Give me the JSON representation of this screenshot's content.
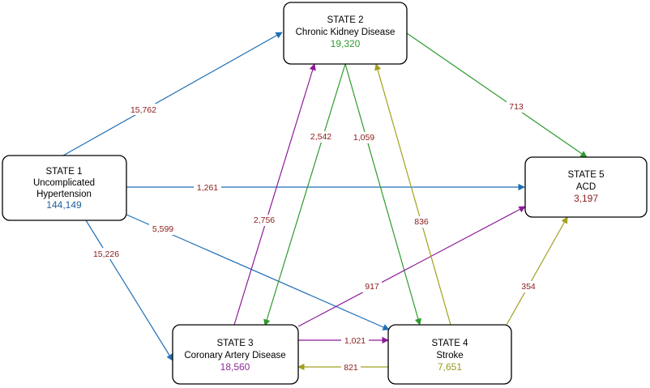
{
  "colors": {
    "blue": "#1f6fb5",
    "green": "#2e9a2e",
    "purple": "#8e1a9a",
    "olive": "#a0a020",
    "label": "#8b1a1a",
    "count_state1": "#1f5f9e",
    "count_state2": "#2f9a2f",
    "count_state3": "#8e2a9a",
    "count_state4": "#9a9a20",
    "count_state5": "#8b1a1a"
  },
  "nodes": {
    "s1": {
      "title": "STATE 1",
      "line1": "Uncomplicated",
      "line2": "Hypertension",
      "count": "144,149"
    },
    "s2": {
      "title": "STATE 2",
      "line1": "Chronic Kidney Disease",
      "count": "19,320"
    },
    "s3": {
      "title": "STATE 3",
      "line1": "Coronary Artery Disease",
      "count": "18,560"
    },
    "s4": {
      "title": "STATE 4",
      "line1": "Stroke",
      "count": "7,651"
    },
    "s5": {
      "title": "STATE 5",
      "line1": "ACD",
      "count": "3,197"
    }
  },
  "edges": [
    {
      "id": "s1-s2",
      "from": "STATE 1",
      "to": "STATE 2",
      "label": "15,762",
      "color": "blue"
    },
    {
      "id": "s1-s5",
      "from": "STATE 1",
      "to": "STATE 5",
      "label": "1,261",
      "color": "blue"
    },
    {
      "id": "s1-s4",
      "from": "STATE 1",
      "to": "STATE 4",
      "label": "5,599",
      "color": "blue"
    },
    {
      "id": "s1-s3",
      "from": "STATE 1",
      "to": "STATE 3",
      "label": "15,226",
      "color": "blue"
    },
    {
      "id": "s2-s5",
      "from": "STATE 2",
      "to": "STATE 5",
      "label": "713",
      "color": "green"
    },
    {
      "id": "s2-s3",
      "from": "STATE 2",
      "to": "STATE 3",
      "label": "2,542",
      "color": "green"
    },
    {
      "id": "s2-s4",
      "from": "STATE 2",
      "to": "STATE 4",
      "label": "1,059",
      "color": "green"
    },
    {
      "id": "s3-s2",
      "from": "STATE 3",
      "to": "STATE 2",
      "label": "2,756",
      "color": "purple"
    },
    {
      "id": "s3-s5",
      "from": "STATE 3",
      "to": "STATE 5",
      "label": "917",
      "color": "purple"
    },
    {
      "id": "s3-s4",
      "from": "STATE 3",
      "to": "STATE 4",
      "label": "1,021",
      "color": "purple"
    },
    {
      "id": "s4-s2",
      "from": "STATE 4",
      "to": "STATE 2",
      "label": "836",
      "color": "olive"
    },
    {
      "id": "s4-s5",
      "from": "STATE 4",
      "to": "STATE 5",
      "label": "354",
      "color": "olive"
    },
    {
      "id": "s4-s3",
      "from": "STATE 4",
      "to": "STATE 3",
      "label": "821",
      "color": "olive"
    }
  ]
}
